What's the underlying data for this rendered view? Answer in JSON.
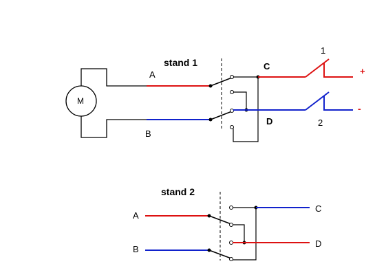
{
  "colors": {
    "red": "#dd1111",
    "blue": "#1122cc",
    "black": "#000000"
  },
  "motor": {
    "label": "M"
  },
  "stand1": {
    "title": "stand 1",
    "wire_a": "A",
    "wire_b": "B",
    "out_c": "C",
    "out_d": "D",
    "switch_1": "1",
    "switch_2": "2",
    "plus": "+",
    "minus": "-"
  },
  "stand2": {
    "title": "stand 2",
    "wire_a": "A",
    "wire_b": "B",
    "out_c": "C",
    "out_d": "D"
  }
}
